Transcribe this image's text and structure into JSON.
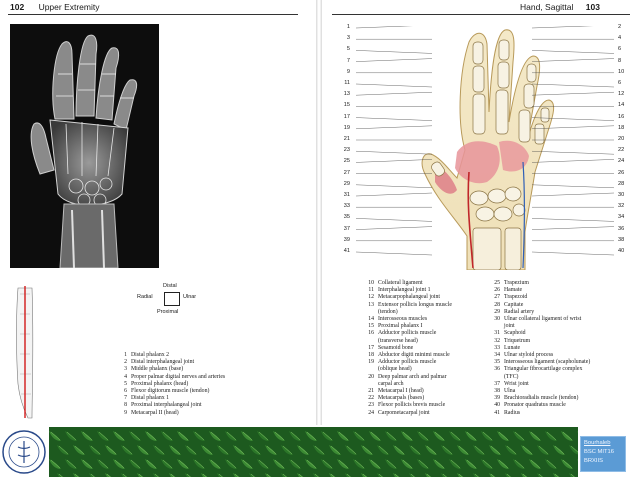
{
  "header": {
    "left_page_number": "102",
    "left_title": "Upper Extremity",
    "right_title": "Hand, Sagittal",
    "right_page_number": "103"
  },
  "orientation": {
    "top": "Distal",
    "left": "Radial",
    "right": "Ulnar",
    "bottom": "Proximal"
  },
  "labels_left": [
    "1",
    "3",
    "5",
    "7",
    "9",
    "11",
    "13",
    "15",
    "17",
    "19",
    "21",
    "23",
    "25",
    "27",
    "29",
    "31",
    "33",
    "35",
    "37",
    "39",
    "41"
  ],
  "labels_right": [
    "2",
    "4",
    "6",
    "8",
    "10",
    "6",
    "12",
    "14",
    "16",
    "18",
    "20",
    "22",
    "24",
    "26",
    "28",
    "30",
    "32",
    "34",
    "36",
    "38",
    "40"
  ],
  "legend_left": [
    {
      "n": "1",
      "t": "Distal phalanx 2"
    },
    {
      "n": "2",
      "t": "Distal interphalangeal joint"
    },
    {
      "n": "3",
      "t": "Middle phalanx (base)"
    },
    {
      "n": "4",
      "t": "Proper palmar digital nerves and arteries"
    },
    {
      "n": "5",
      "t": "Proximal phalanx (head)"
    },
    {
      "n": "6",
      "t": "Flexor digitorum muscle (tendon)"
    },
    {
      "n": "7",
      "t": "Distal phalanx 1"
    },
    {
      "n": "8",
      "t": "Proximal interphalangeal joint"
    },
    {
      "n": "9",
      "t": "Metacarpal II (head)"
    }
  ],
  "legend_mid": [
    {
      "n": "10",
      "t": "Collateral ligament"
    },
    {
      "n": "11",
      "t": "Interphalangeal joint 1"
    },
    {
      "n": "12",
      "t": "Metacarpophalangeal joint"
    },
    {
      "n": "13",
      "t": "Extensor pollicis longus muscle"
    },
    {
      "n": "",
      "t": "(tendon)"
    },
    {
      "n": "14",
      "t": "Interosseous muscles"
    },
    {
      "n": "15",
      "t": "Proximal phalanx I"
    },
    {
      "n": "16",
      "t": "Adductor pollicis muscle"
    },
    {
      "n": "",
      "t": "(transverse head)"
    },
    {
      "n": "17",
      "t": "Sesamoid bone"
    },
    {
      "n": "18",
      "t": "Abductor digiti minimi muscle"
    },
    {
      "n": "19",
      "t": "Adductor pollicis muscle"
    },
    {
      "n": "",
      "t": "(oblique head)"
    },
    {
      "n": "20",
      "t": "Deep palmar arch and palmar"
    },
    {
      "n": "",
      "t": "carpal arch"
    },
    {
      "n": "21",
      "t": "Metacarpal I (head)"
    },
    {
      "n": "22",
      "t": "Metacarpals (bases)"
    },
    {
      "n": "23",
      "t": "Flexor pollicis brevis muscle"
    },
    {
      "n": "24",
      "t": "Carpometacarpal joint"
    }
  ],
  "legend_right": [
    {
      "n": "25",
      "t": "Trapezium"
    },
    {
      "n": "26",
      "t": "Hamate"
    },
    {
      "n": "27",
      "t": "Trapezoid"
    },
    {
      "n": "28",
      "t": "Capitate"
    },
    {
      "n": "29",
      "t": "Radial artery"
    },
    {
      "n": "30",
      "t": "Ulnar collateral ligament of wrist"
    },
    {
      "n": "",
      "t": "joint"
    },
    {
      "n": "31",
      "t": "Scaphoid"
    },
    {
      "n": "32",
      "t": "Triquetrum"
    },
    {
      "n": "33",
      "t": "Lunate"
    },
    {
      "n": "34",
      "t": "Ulnar styloid process"
    },
    {
      "n": "35",
      "t": "Interosseous ligament (scapholunate)"
    },
    {
      "n": "36",
      "t": "Triangular fibrocartilage complex"
    },
    {
      "n": "",
      "t": "(TFC)"
    },
    {
      "n": "37",
      "t": "Wrist joint"
    },
    {
      "n": "38",
      "t": "Ulna"
    },
    {
      "n": "39",
      "t": "Brachioradialis muscle (tendon)"
    },
    {
      "n": "40",
      "t": "Pronator quadratus muscle"
    },
    {
      "n": "41",
      "t": "Radius"
    }
  ],
  "credit": {
    "line1": "Bourhaleb",
    "line2": "BSC MIT16",
    "line3": "BRXIIS"
  },
  "colors": {
    "footer_green": "#1d5a1f",
    "credit_blue": "#5b9bd5",
    "muscle_pink": "#e8949a",
    "bone": "#f3ecd8"
  }
}
